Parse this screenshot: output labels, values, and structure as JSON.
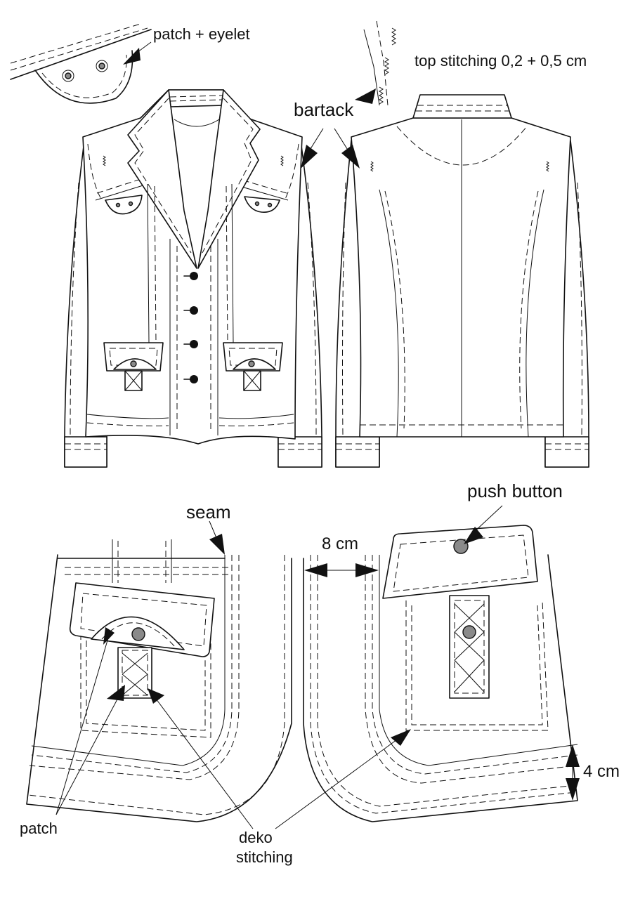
{
  "labels": {
    "patch_eyelet": "patch + eyelet",
    "top_stitching": "top stitching 0,2 + 0,5 cm",
    "bartack": "bartack",
    "push_button": "push button",
    "seam": "seam",
    "width_8": "8 cm",
    "width_4": "4 cm",
    "patch": "patch",
    "deko_line1": "deko",
    "deko_line2": "stitching"
  }
}
